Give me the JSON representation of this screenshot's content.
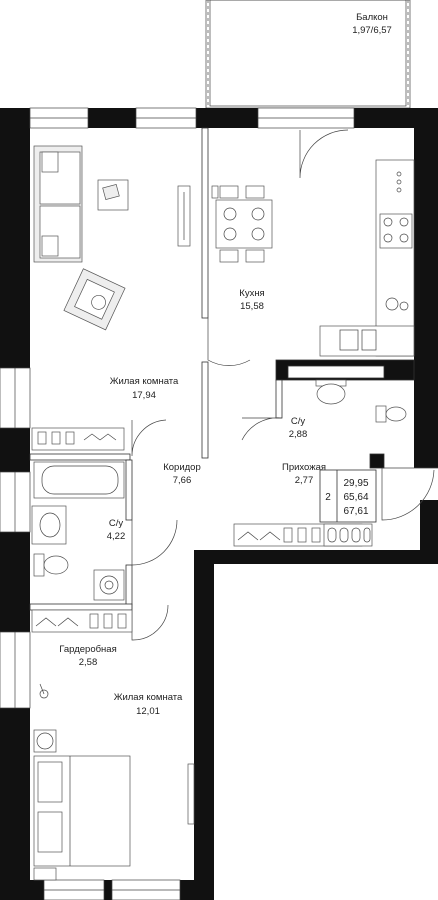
{
  "rooms": {
    "balcony": {
      "name": "Балкон",
      "area": "1,97/6,57"
    },
    "kitchen": {
      "name": "Кухня",
      "area": "15,58"
    },
    "living1": {
      "name": "Жилая комната",
      "area": "17,94"
    },
    "wc_small": {
      "name": "С/у",
      "area": "2,88"
    },
    "corridor": {
      "name": "Коридор",
      "area": "7,66"
    },
    "hall": {
      "name": "Прихожая",
      "area": "2,77"
    },
    "bathroom": {
      "name": "С/у",
      "area": "4,22"
    },
    "wardrobe": {
      "name": "Гардеробная",
      "area": "2,58"
    },
    "living2": {
      "name": "Жилая комната",
      "area": "12,01"
    }
  },
  "summary": {
    "rooms_count": "2",
    "living_area": "29,95",
    "total_area": "65,64",
    "total_with_balcony": "67,61"
  }
}
